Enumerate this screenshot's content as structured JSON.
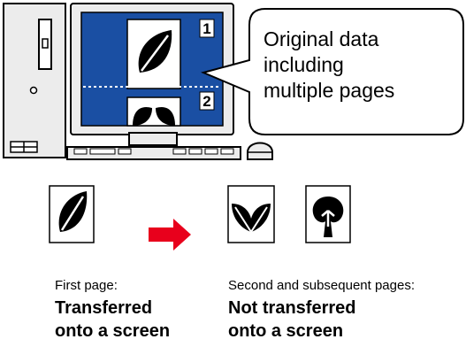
{
  "bubble": {
    "lines": [
      "Original data",
      "including",
      "multiple pages"
    ]
  },
  "page_numbers": [
    "1",
    "2"
  ],
  "first_page": {
    "label": "First page:",
    "status_line1": "Transferred",
    "status_line2": "onto a screen"
  },
  "subsequent_pages": {
    "label": "Second and subsequent pages:",
    "status_line1": "Not transferred",
    "status_line2": "onto a screen"
  },
  "colors": {
    "screen_blue": "#1a4fa3",
    "arrow_red": "#e8001c",
    "monitor_gray": "#ececec",
    "outline": "#000000"
  },
  "icons": [
    "computer-tower-icon",
    "monitor-icon",
    "keyboard-icon",
    "mouse-icon",
    "leaf-icon",
    "two-leaves-icon",
    "tree-icon",
    "arrow-right-icon"
  ]
}
